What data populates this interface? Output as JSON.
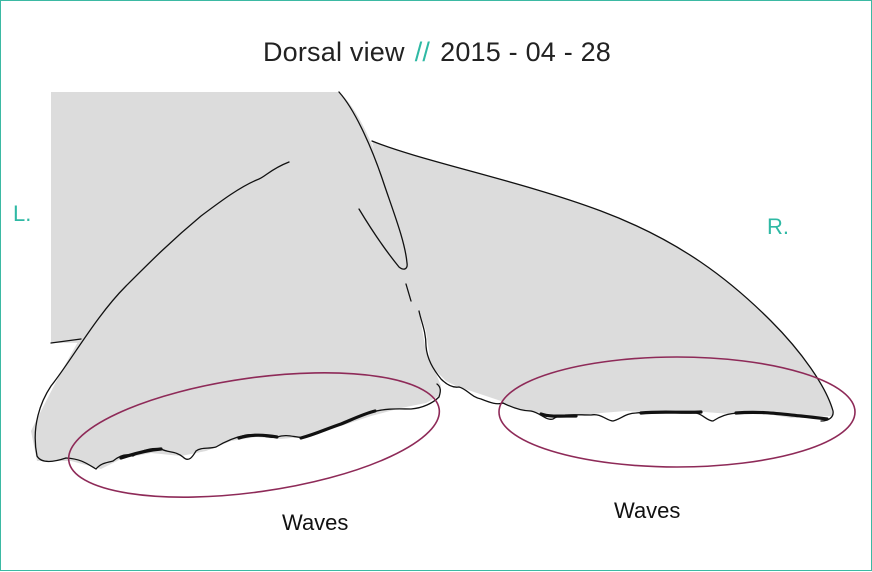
{
  "header": {
    "view_label": "Dorsal view",
    "separator": "//",
    "date": "2015 - 04 - 28"
  },
  "sides": {
    "left": "L.",
    "right": "R."
  },
  "annotations": [
    {
      "label": "Waves"
    },
    {
      "label": "Waves"
    }
  ],
  "colors": {
    "frame": "#3bb9a3",
    "accent": "#2fb9a4",
    "fluke_fill": "#dcdcdc",
    "outline": "#111111",
    "ellipse": "#8e2a58"
  }
}
